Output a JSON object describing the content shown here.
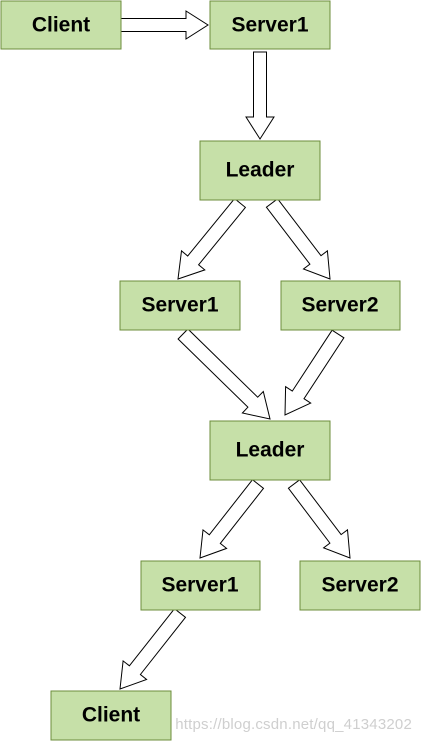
{
  "diagram": {
    "node_fill": "#c6e0a8",
    "node_border": "#6c8d3b",
    "arrow_style": "hollow block arrow",
    "nodes": [
      {
        "id": "client-top",
        "label": "Client"
      },
      {
        "id": "server1-top",
        "label": "Server1"
      },
      {
        "id": "leader-1",
        "label": "Leader"
      },
      {
        "id": "server1-mid",
        "label": "Server1"
      },
      {
        "id": "server2-mid",
        "label": "Server2"
      },
      {
        "id": "leader-2",
        "label": "Leader"
      },
      {
        "id": "server1-low",
        "label": "Server1"
      },
      {
        "id": "server2-low",
        "label": "Server2"
      },
      {
        "id": "client-bottom",
        "label": "Client"
      }
    ],
    "edges": [
      {
        "from": "client-top",
        "to": "server1-top"
      },
      {
        "from": "server1-top",
        "to": "leader-1"
      },
      {
        "from": "leader-1",
        "to": "server1-mid"
      },
      {
        "from": "leader-1",
        "to": "server2-mid"
      },
      {
        "from": "server1-mid",
        "to": "leader-2"
      },
      {
        "from": "server2-mid",
        "to": "leader-2"
      },
      {
        "from": "leader-2",
        "to": "server1-low"
      },
      {
        "from": "leader-2",
        "to": "server2-low"
      },
      {
        "from": "server1-low",
        "to": "client-bottom"
      }
    ]
  },
  "watermark": "https://blog.csdn.net/qq_41343202"
}
